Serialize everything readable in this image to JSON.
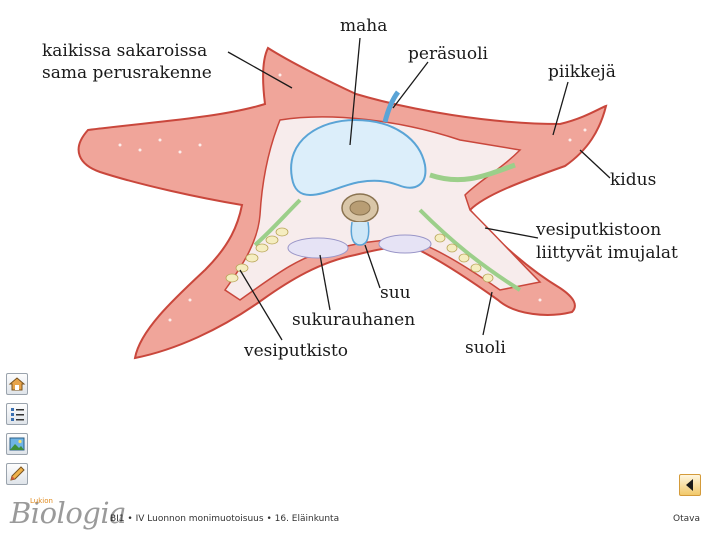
{
  "diagram": {
    "labels": {
      "perusrakenne_line1": "kaikissa sakaroissa",
      "perusrakenne_line2": "sama perusrakenne",
      "maha": "maha",
      "perasuoli": "peräsuoli",
      "piikkeja": "piikkejä",
      "kidus": "kidus",
      "imujalat_line1": "vesiputkistoon",
      "imujalat_line2": "liittyvät imujalat",
      "suu": "suu",
      "sukurauhanen": "sukurauhanen",
      "vesiputkisto": "vesiputkisto",
      "suoli": "suoli"
    },
    "colors": {
      "body_fill": "#f0a59a",
      "body_stroke": "#c9473c",
      "stomach_fill": "#dceefa",
      "stomach_stroke": "#5aa4d6",
      "gut_green": "#9ccf8a"
    }
  },
  "sidebar": {
    "icons": [
      "home-icon",
      "list-icon",
      "image-icon",
      "pencil-icon"
    ]
  },
  "footer": {
    "brand_small": "Lukion",
    "brand": "Biologia",
    "course_path": "BI1 • IV Luonnon monimuotoisuus • 16. Eläinkunta",
    "publisher": "Otava"
  }
}
